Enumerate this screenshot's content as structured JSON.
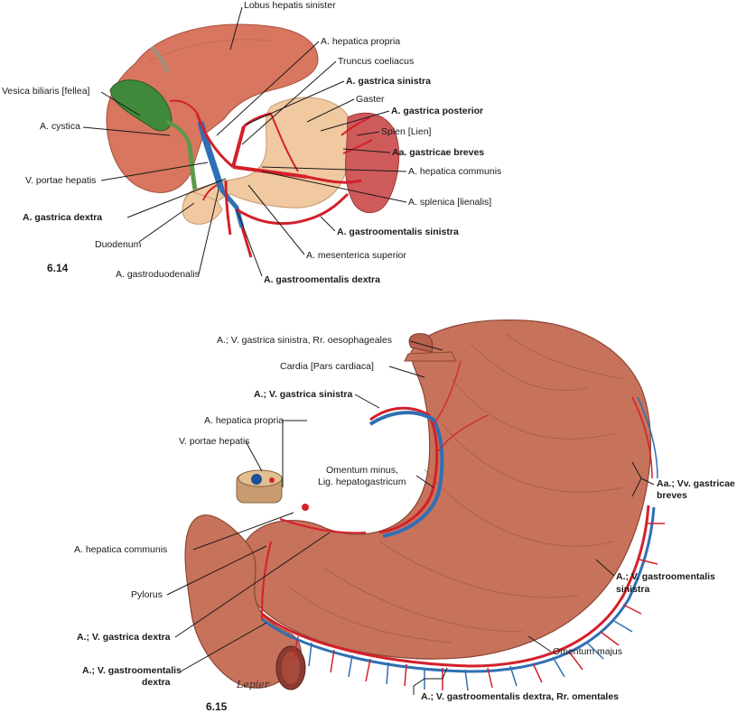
{
  "fig_6_14": {
    "number": "6.14",
    "labels": {
      "lobus_hepatis_sinister": "Lobus hepatis sinister",
      "a_hepatica_propria": "A. hepatica propria",
      "truncus_coeliacus": "Truncus coeliacus",
      "a_gastrica_sinistra": "A. gastrica sinistra",
      "gaster": "Gaster",
      "a_gastrica_posterior": "A. gastrica posterior",
      "splen": "Splen [Lien]",
      "aa_gastricae_breves": "Aa. gastricae breves",
      "a_hepatica_communis": "A. hepatica communis",
      "a_splenica": "A. splenica [lienalis]",
      "a_gastroomentalis_sinistra": "A. gastroomentalis sinistra",
      "a_mesenterica_superior": "A. mesenterica superior",
      "a_gastroomentalis_dextra": "A. gastroomentalis dextra",
      "a_gastroduodenalis": "A. gastroduodenalis",
      "duodenum": "Duodenum",
      "a_gastrica_dextra": "A. gastrica dextra",
      "v_portae_hepatis": "V. portae hepatis",
      "a_cystica": "A. cystica",
      "vesica_biliaris": "Vesica biliaris [fellea]"
    }
  },
  "fig_6_15": {
    "number": "6.15",
    "signature": "Lepier",
    "labels": {
      "a_v_gastrica_sinistra_rr_oes": "A.; V. gastrica sinistra, Rr. oesophageales",
      "cardia": "Cardia [Pars cardiaca]",
      "a_v_gastrica_sinistra": "A.; V. gastrica sinistra",
      "a_hepatica_propria": "A. hepatica propria",
      "v_portae_hepatis": "V. portae hepatis",
      "omentum_minus_1": "Omentum minus,",
      "omentum_minus_2": "Lig. hepatogastricum",
      "aa_vv_gastricae_breves_1": "Aa.; Vv. gastricae",
      "aa_vv_gastricae_breves_2": "breves",
      "a_hepatica_communis": "A. hepatica communis",
      "a_v_gastroomentalis_sinistra_1": "A.; V. gastroomentalis",
      "a_v_gastroomentalis_sinistra_2": "sinistra",
      "pylorus": "Pylorus",
      "a_v_gastrica_dextra": "A.; V. gastrica dextra",
      "omentum_majus": "Omentum majus",
      "a_v_gastroomentalis_dextra_1": "A.; V. gastroomentalis",
      "a_v_gastroomentalis_dextra_2": "dextra",
      "a_v_gastroomentalis_dextra_rr": "A.; V. gastroomentalis dextra, Rr. omentales"
    }
  },
  "colors": {
    "liver": "#d8765f",
    "stomach": "#f0c9a0",
    "spleen": "#cf5a5a",
    "artery": "#d4202a",
    "vein": "#2f6fb5",
    "gallbladder": "#3f8a3a",
    "stomach_wall": "#c7725a",
    "leader": "#1a1a1a"
  }
}
